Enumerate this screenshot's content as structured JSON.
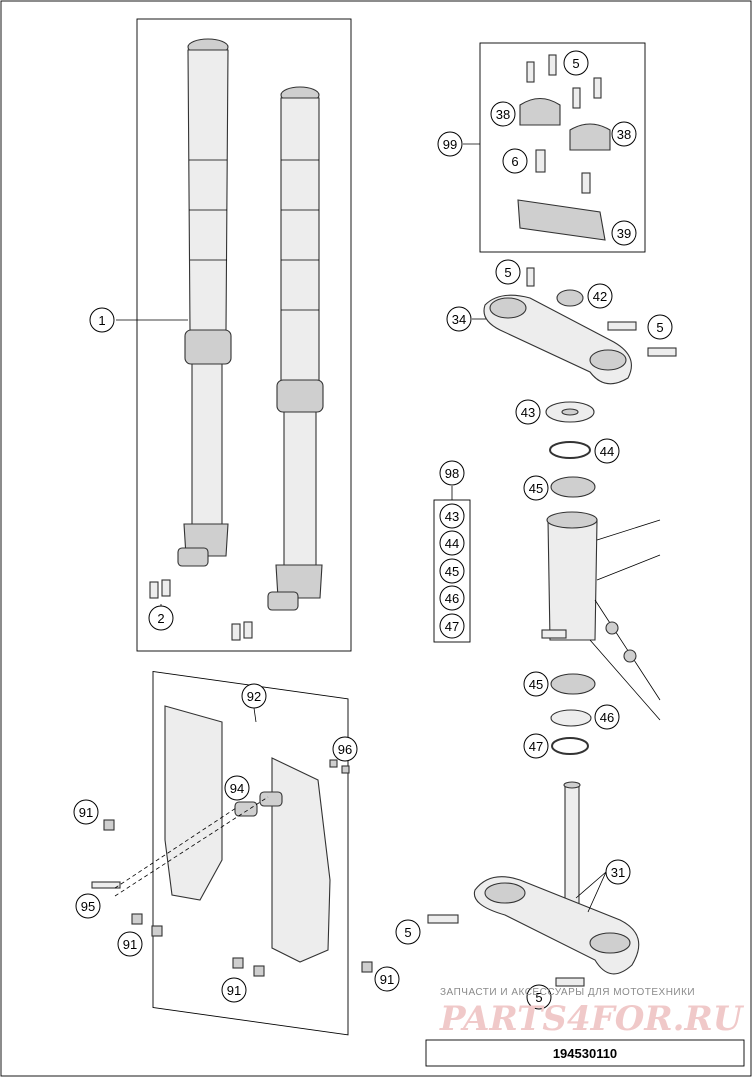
{
  "callouts": {
    "c1": "1",
    "c2": "2",
    "c5a": "5",
    "c5b": "5",
    "c5c": "5",
    "c5d": "5",
    "c5e": "5",
    "c6": "6",
    "c31": "31",
    "c34": "34",
    "c38a": "38",
    "c38b": "38",
    "c39": "39",
    "c42": "42",
    "c43a": "43",
    "c43b": "43",
    "c44a": "44",
    "c44b": "44",
    "c45a": "45",
    "c45b": "45",
    "c45c": "45",
    "c46a": "46",
    "c46b": "46",
    "c47a": "47",
    "c47b": "47",
    "c91a": "91",
    "c91b": "91",
    "c91c": "91",
    "c91d": "91",
    "c92": "92",
    "c94": "94",
    "c95": "95",
    "c96": "96",
    "c98": "98",
    "c99": "99"
  },
  "watermark": {
    "tagline": "ЗАПЧАСТИ И АКСЕССУАРЫ ДЛЯ МОТОТЕХНИКИ",
    "logo": "PARTS4FOR.RU"
  },
  "document_id": "194530110",
  "colors": {
    "line": "#000000",
    "part_fill": "#ededed",
    "watermark": "#f0c9c9"
  }
}
